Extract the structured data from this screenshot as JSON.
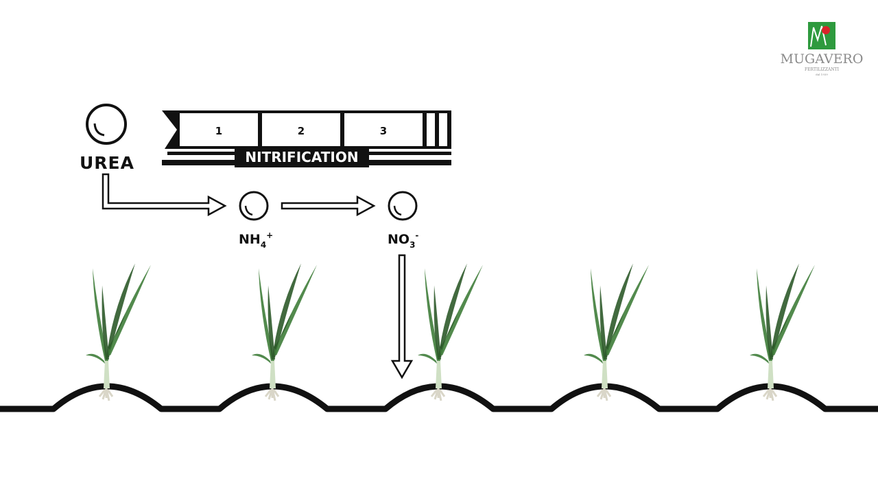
{
  "logo": {
    "name": "MUGAVERO",
    "tagline": "FERTILIZZANTI",
    "since": "dal 1939",
    "colors": {
      "green": "#2e9a3e",
      "red": "#d9232a"
    }
  },
  "diagram": {
    "source_label": "UREA",
    "process": {
      "title": "NITRIFICATION",
      "steps": [
        "1",
        "2",
        "3"
      ]
    },
    "ions": [
      {
        "main": "NH",
        "sub": "4",
        "sup": "+"
      },
      {
        "main": "NO",
        "sub": "3",
        "sup": "-"
      }
    ],
    "plant_count": 5,
    "colors": {
      "ink": "#111111",
      "leaf": "#3f7d3a",
      "leaf_dark": "#2d5a2a",
      "root": "#d9d6c8"
    }
  }
}
